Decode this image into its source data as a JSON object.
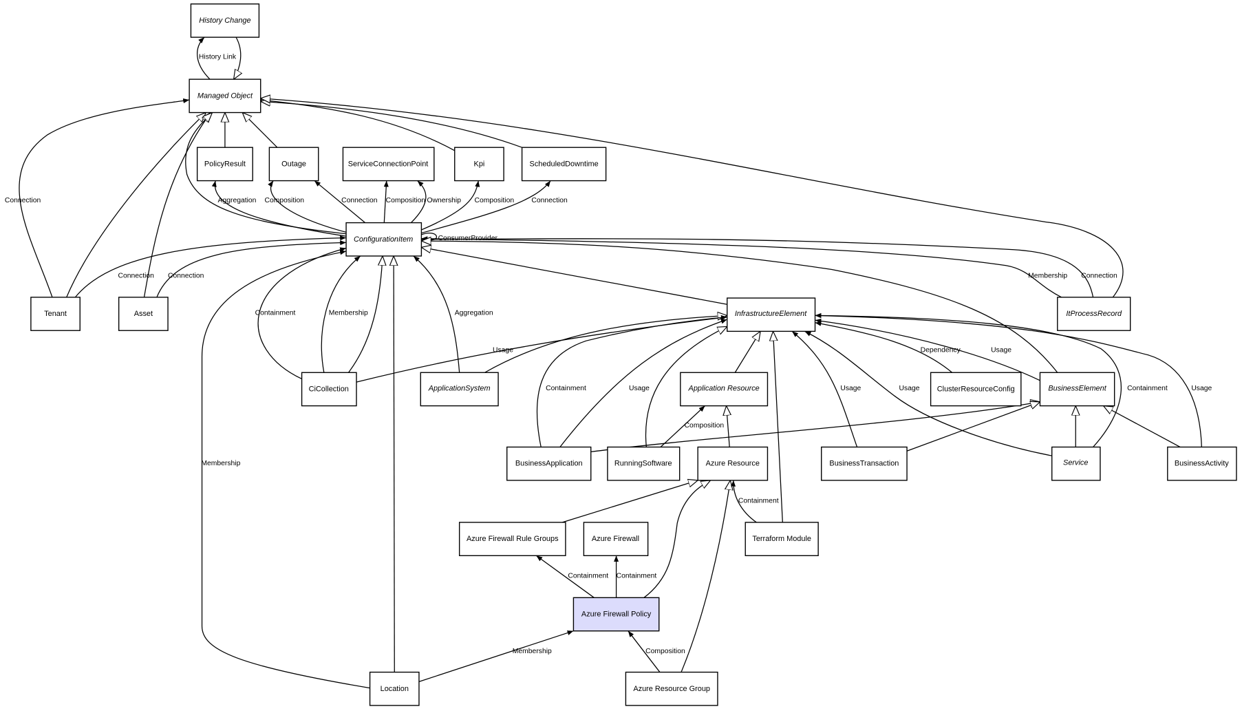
{
  "diagram": {
    "title": "",
    "highlight_color": "#dcdcfc",
    "nodes": {
      "history_change": {
        "label": "History Change",
        "abstract": true
      },
      "managed_object": {
        "label": "Managed Object",
        "abstract": true
      },
      "policy_result": {
        "label": "PolicyResult",
        "abstract": false
      },
      "outage": {
        "label": "Outage",
        "abstract": false
      },
      "service_connection_point": {
        "label": "ServiceConnectionPoint",
        "abstract": false
      },
      "kpi": {
        "label": "Kpi",
        "abstract": false
      },
      "scheduled_downtime": {
        "label": "ScheduledDowntime",
        "abstract": false
      },
      "configuration_item": {
        "label": "ConfigurationItem",
        "abstract": true
      },
      "tenant": {
        "label": "Tenant",
        "abstract": false
      },
      "asset": {
        "label": "Asset",
        "abstract": false
      },
      "infrastructure_element": {
        "label": "InfrastructureElement",
        "abstract": true
      },
      "it_process_record": {
        "label": "ItProcessRecord",
        "abstract": true
      },
      "ci_collection": {
        "label": "CiCollection",
        "abstract": false
      },
      "application_system": {
        "label": "ApplicationSystem",
        "abstract": true
      },
      "application_resource": {
        "label": "Application Resource",
        "abstract": true
      },
      "cluster_resource_config": {
        "label": "ClusterResourceConfig",
        "abstract": false
      },
      "business_element": {
        "label": "BusinessElement",
        "abstract": true
      },
      "business_application": {
        "label": "BusinessApplication",
        "abstract": false
      },
      "running_software": {
        "label": "RunningSoftware",
        "abstract": false
      },
      "azure_resource": {
        "label": "Azure Resource",
        "abstract": false
      },
      "business_transaction": {
        "label": "BusinessTransaction",
        "abstract": false
      },
      "service": {
        "label": "Service",
        "abstract": true
      },
      "business_activity": {
        "label": "BusinessActivity",
        "abstract": false
      },
      "azure_firewall_rule_groups": {
        "label": "Azure Firewall Rule Groups",
        "abstract": false
      },
      "azure_firewall": {
        "label": "Azure Firewall",
        "abstract": false
      },
      "terraform_module": {
        "label": "Terraform Module",
        "abstract": false
      },
      "azure_firewall_policy": {
        "label": "Azure Firewall Policy",
        "abstract": false,
        "highlighted": true
      },
      "location": {
        "label": "Location",
        "abstract": false
      },
      "azure_resource_group": {
        "label": "Azure Resource Group",
        "abstract": false
      }
    },
    "edge_labels": {
      "history_link": "History Link",
      "tenant_connection_mo": "Connection",
      "ci_aggregation_policy": "Aggregation",
      "ci_composition_outage": "Composition",
      "ci_connection_outage": "Connection",
      "ci_composition_scp": "Composition",
      "ci_ownership_scp": "Ownership",
      "ci_composition_kpi": "Composition",
      "ci_connection_sd": "Connection",
      "ci_consumer_provider": "ConsumerProvider",
      "tenant_connection_ci": "Connection",
      "asset_connection_ci": "Connection",
      "ipr_membership": "Membership",
      "ipr_connection": "Connection",
      "cicoll_containment": "Containment",
      "cicoll_membership": "Membership",
      "appsys_aggregation": "Aggregation",
      "cicoll_usage": "Usage",
      "location_membership_ci": "Membership",
      "ba_containment": "Containment",
      "ba_usage": "Usage",
      "rs_composition": "Composition",
      "bt_usage": "Usage",
      "svc_usage": "Usage",
      "crc_dependency": "Dependency",
      "be_usage": "Usage",
      "svc_containment": "Containment",
      "bact_usage": "Usage",
      "tm_containment": "Containment",
      "afp_containment_rg": "Containment",
      "afp_containment_fw": "Containment",
      "location_membership_afp": "Membership",
      "arg_composition": "Composition"
    }
  }
}
